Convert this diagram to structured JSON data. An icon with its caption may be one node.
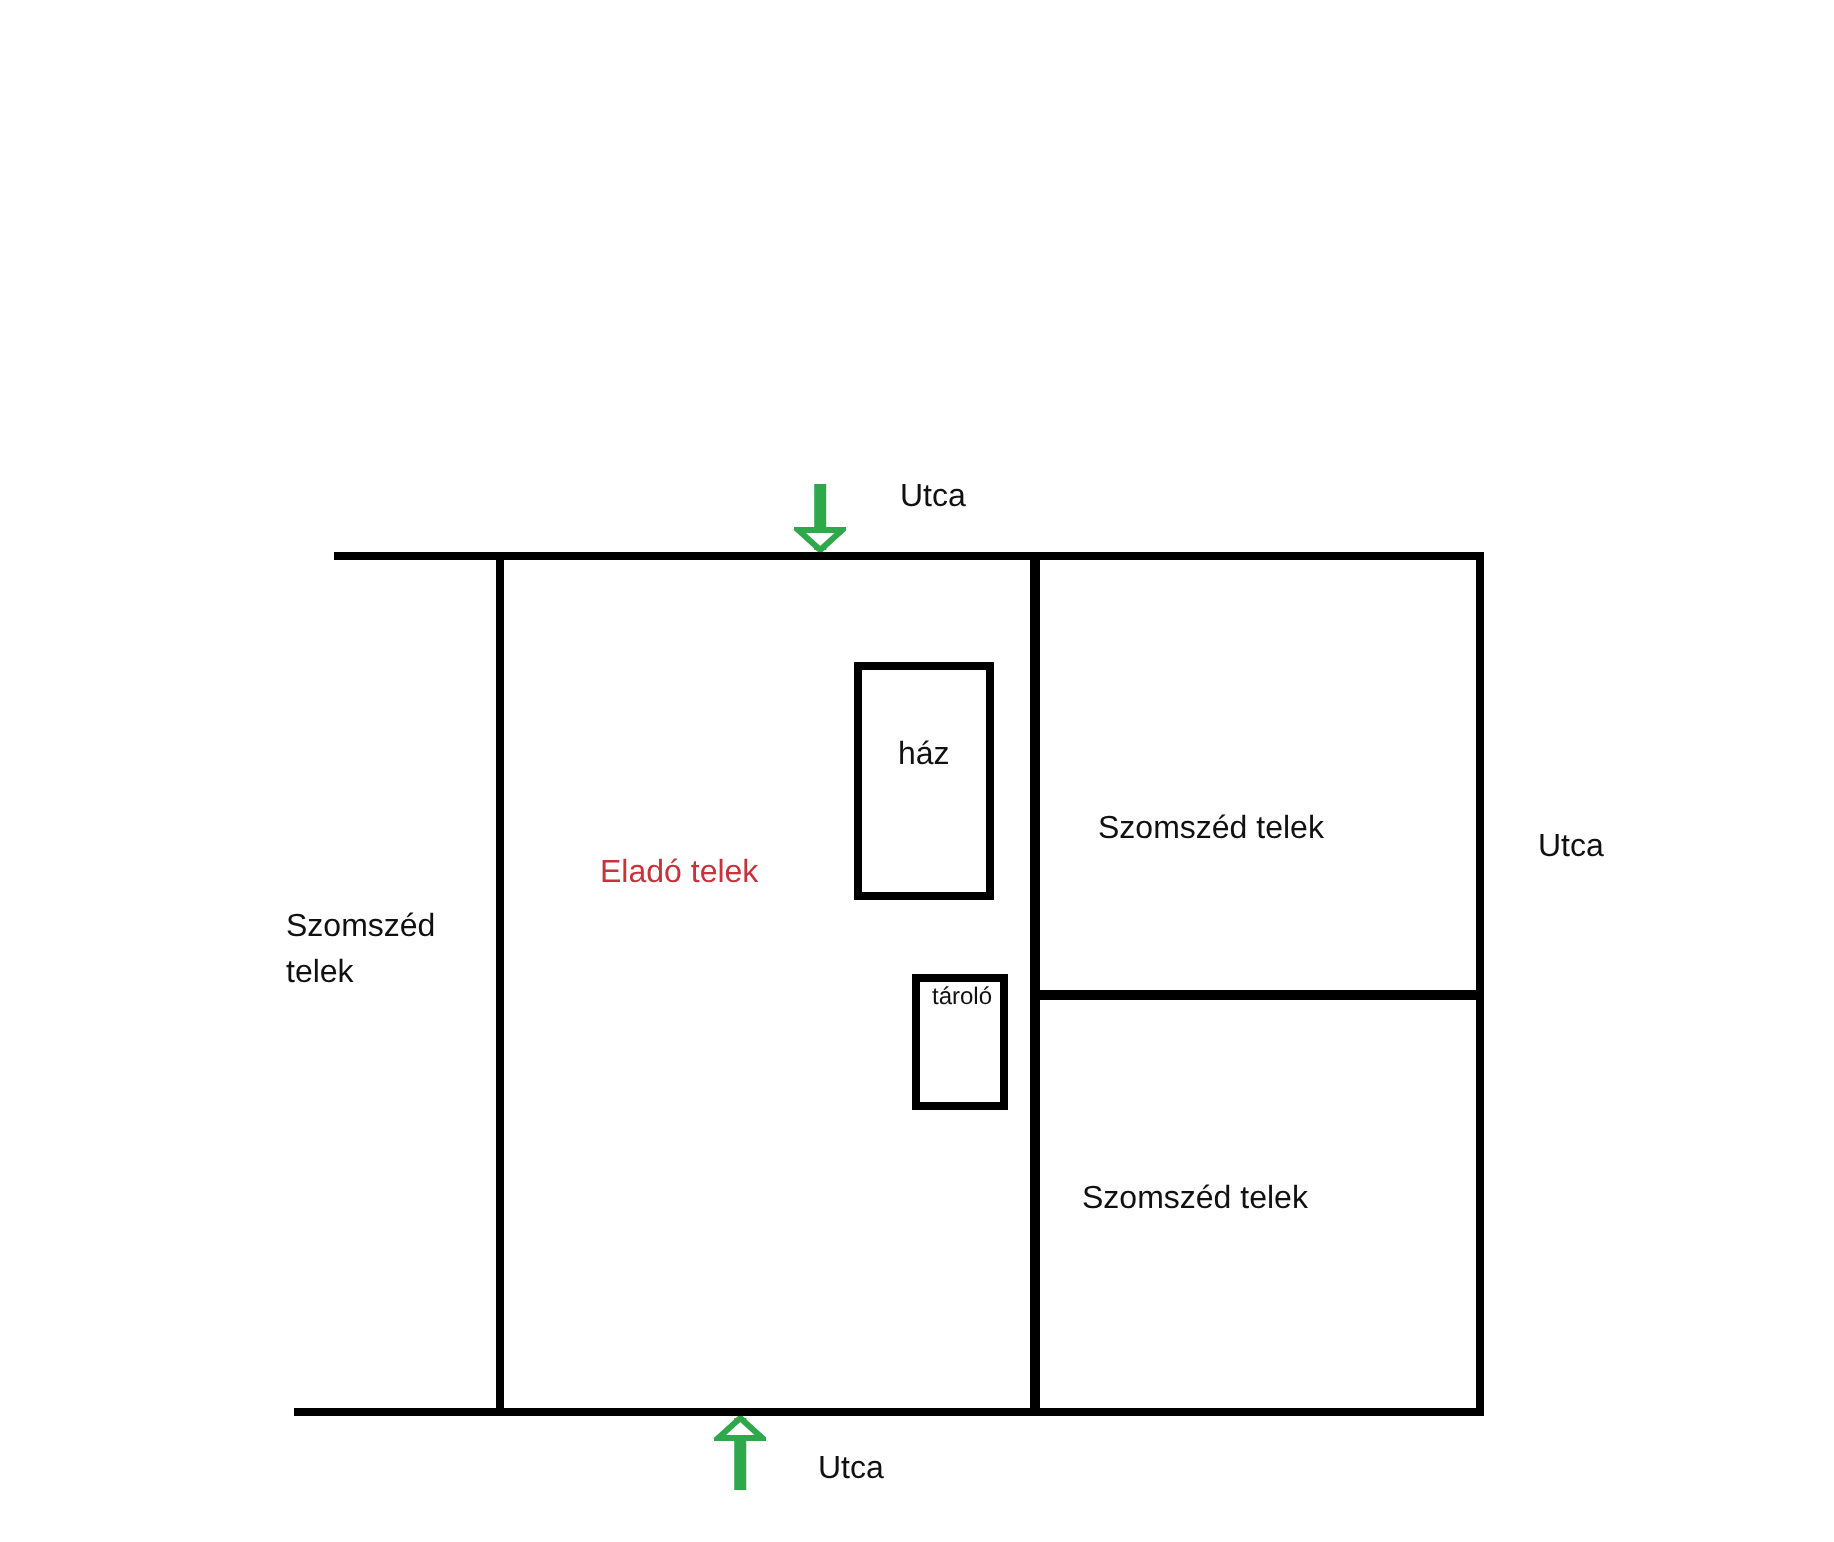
{
  "diagram": {
    "nodes": [
      {
        "text": [
          "Eladó telek"
        ]
      },
      {
        "text": [
          "ház"
        ],
        "in": 0
      },
      {
        "text": [
          "tároló"
        ],
        "in": 0
      },
      {
        "text": [
          "Szomszéd telek"
        ]
      },
      {
        "text": [
          "Szomszéd telek"
        ]
      }
    ],
    "labels": [
      "Utca",
      "Utca",
      "Szomszéd telek",
      "Utca"
    ]
  }
}
